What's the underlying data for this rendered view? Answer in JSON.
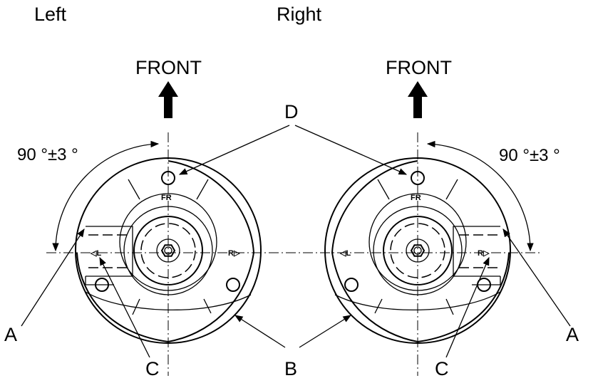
{
  "headings": {
    "left": "Left",
    "right": "Right"
  },
  "front_label": "FRONT",
  "angle_label": "90 °±3 °",
  "callouts": {
    "a": "A",
    "b": "B",
    "c": "C",
    "d": "D"
  },
  "mount_marks": {
    "fr": "FR",
    "l": "◁L",
    "r": "R▷"
  }
}
